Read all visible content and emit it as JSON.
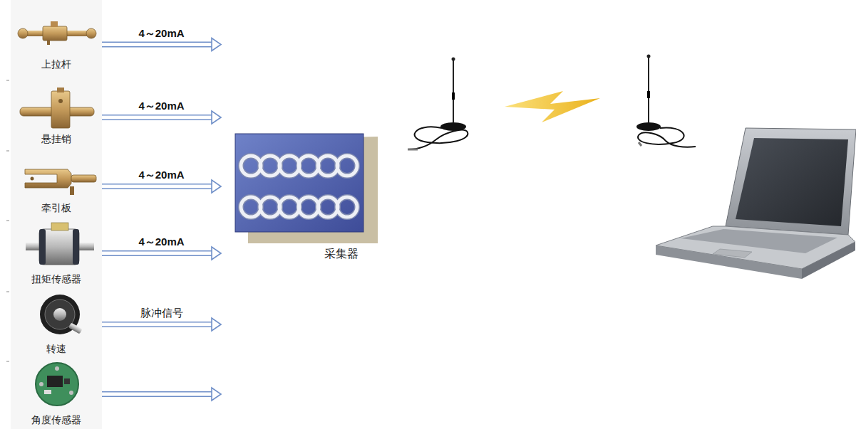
{
  "diagram": {
    "nodes": [
      {
        "text": [
          "上拉杆"
        ]
      },
      {
        "text": [
          "悬挂销"
        ]
      },
      {
        "text": [
          "牵引板"
        ]
      },
      {
        "text": [
          "扭矩传感器"
        ]
      },
      {
        "text": [
          "转速"
        ]
      },
      {
        "text": [
          "角度传感器"
        ]
      },
      {
        "text": [
          "采集器"
        ]
      }
    ],
    "edges": [
      {
        "from": 0,
        "to": 6,
        "arrow": "to",
        "label": "4～20mA"
      },
      {
        "from": 1,
        "to": 6,
        "arrow": "to",
        "label": "4～20mA"
      },
      {
        "from": 2,
        "to": 6,
        "arrow": "to",
        "label": "4～20mA"
      },
      {
        "from": 3,
        "to": 6,
        "arrow": "to",
        "label": "4～20mA"
      },
      {
        "from": 4,
        "to": 6,
        "arrow": "to",
        "label": "脉冲信号"
      },
      {
        "from": 5,
        "to": 6,
        "arrow": "to"
      }
    ]
  }
}
